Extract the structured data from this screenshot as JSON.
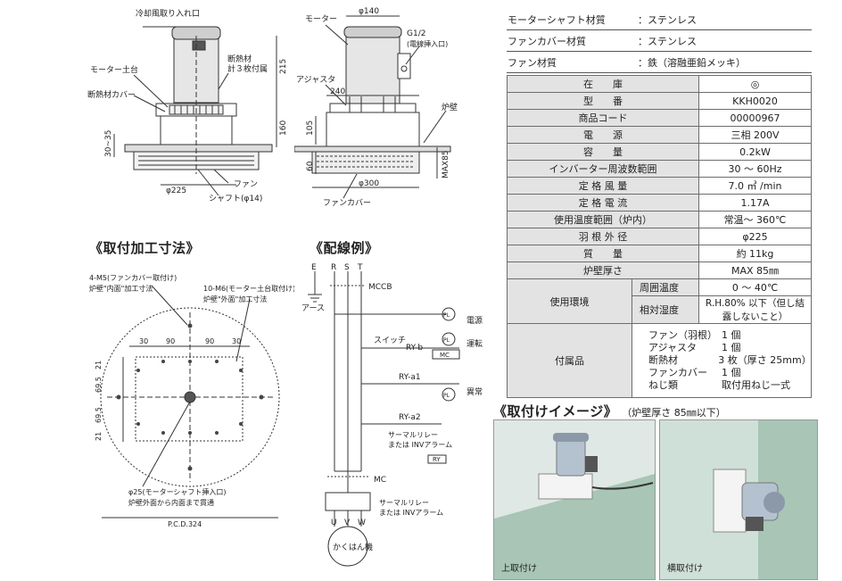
{
  "drawing": {
    "cooling_intake": "冷却風取り入れ口",
    "motor_base": "モーター土台",
    "insulation": "断熱材",
    "insulation_sub": "計３枚付属",
    "insulation_cover": "断熱材カバー",
    "fan": "ファン",
    "shaft": "シャフト(φ14)",
    "dim_215": "215",
    "dim_160": "160",
    "dim_30_35": "30~35",
    "dim_225": "φ225",
    "motor": "モーター",
    "dim_140": "φ140",
    "g12": "G1/2",
    "g12_sub": "(電線挿入口)",
    "adjuster": "アジャスタ",
    "dim_240": "240",
    "furnace_wall": "炉壁",
    "dim_105": "105",
    "dim_60": "60",
    "dim_max85": "MAX85",
    "dim_300": "φ300",
    "fan_cover": "ファンカバー"
  },
  "mounting": {
    "heading": "《取付加工寸法》",
    "m5": "4-M5(ファンカバー取付け)",
    "m5_sub": "炉壁\"内面\"加工寸法",
    "m6": "10-M6(モーター土台取付け)",
    "m6_sub": "炉壁\"外面\"加工寸法",
    "d30a": "30",
    "d90a": "90",
    "d90b": "90",
    "d30b": "30",
    "d21a": "21",
    "d695a": "69.5",
    "d695b": "69.5",
    "d21b": "21",
    "phi25": "φ25(モーターシャフト挿入口)",
    "phi25_sub": "炉壁外面から内面まで貫通",
    "pcd": "P.C.D.324"
  },
  "wiring": {
    "heading": "《配線例》",
    "e": "E",
    "r": "R",
    "s": "S",
    "t": "T",
    "mccb": "MCCB",
    "earth": "アース",
    "pl1": "PL",
    "power": "電源",
    "switch": "スイッチ",
    "ry_b": "RY-b",
    "pl2": "PL",
    "run": "運転",
    "mc_coil": "MC",
    "ry_a1": "RY-a1",
    "pl3": "PL",
    "abnormal": "異常",
    "ry_a2": "RY-a2",
    "thermal": "サーマルリレー",
    "thermal_sub": "または INVアラーム",
    "ry": "RY",
    "mc": "MC",
    "thermal2": "サーマルリレー",
    "thermal2_sub": "または INVアラーム",
    "u": "U",
    "v": "V",
    "w": "W",
    "mixer": "かくはん機"
  },
  "materials": [
    {
      "key": "モーターシャフト材質",
      "value": "：ステンレス"
    },
    {
      "key": "ファンカバー材質",
      "value": "：ステンレス"
    },
    {
      "key": "ファン材質",
      "value": "：鉄（溶融亜鉛メッキ）"
    }
  ],
  "spec": [
    {
      "key": "在　　庫",
      "value": "◎"
    },
    {
      "key": "型　　番",
      "value": "KKH0020"
    },
    {
      "key": "商品コード",
      "value": "00000967"
    },
    {
      "key": "電　　源",
      "value": "三相 200V"
    },
    {
      "key": "容　　量",
      "value": "0.2kW"
    },
    {
      "key": "インバーター周波数範囲",
      "value": "30 ～ 60Hz"
    },
    {
      "key": "定 格 風 量",
      "value": "7.0 ㎥ /min"
    },
    {
      "key": "定 格 電 流",
      "value": "1.17A"
    },
    {
      "key": "使用温度範囲（炉内）",
      "value": "常温～ 360℃"
    },
    {
      "key": "羽 根 外 径",
      "value": "φ225"
    },
    {
      "key": "質　　量",
      "value": "約 11kg"
    },
    {
      "key": "炉壁厚さ",
      "value": "MAX 85㎜"
    }
  ],
  "env": {
    "label": "使用環境",
    "rows": [
      {
        "key": "周囲温度",
        "value": "0 ～ 40℃"
      },
      {
        "key": "相対湿度",
        "value": "R.H.80% 以下（但し結露しないこと）"
      }
    ]
  },
  "accessories": {
    "label": "付属品",
    "items": [
      {
        "name": "ファン（羽根）",
        "qty": "1 個"
      },
      {
        "name": "アジャスタ",
        "qty": "1 個"
      },
      {
        "name": "断熱材",
        "qty": "3 枚（厚さ 25mm）"
      },
      {
        "name": "ファンカバー",
        "qty": "1 個"
      },
      {
        "name": "ねじ類",
        "qty": "取付用ねじ一式"
      }
    ]
  },
  "install": {
    "heading": "《取付けイメージ》",
    "note": "（炉壁厚さ 85㎜以下）",
    "top": "上取付け",
    "side": "横取付け"
  }
}
